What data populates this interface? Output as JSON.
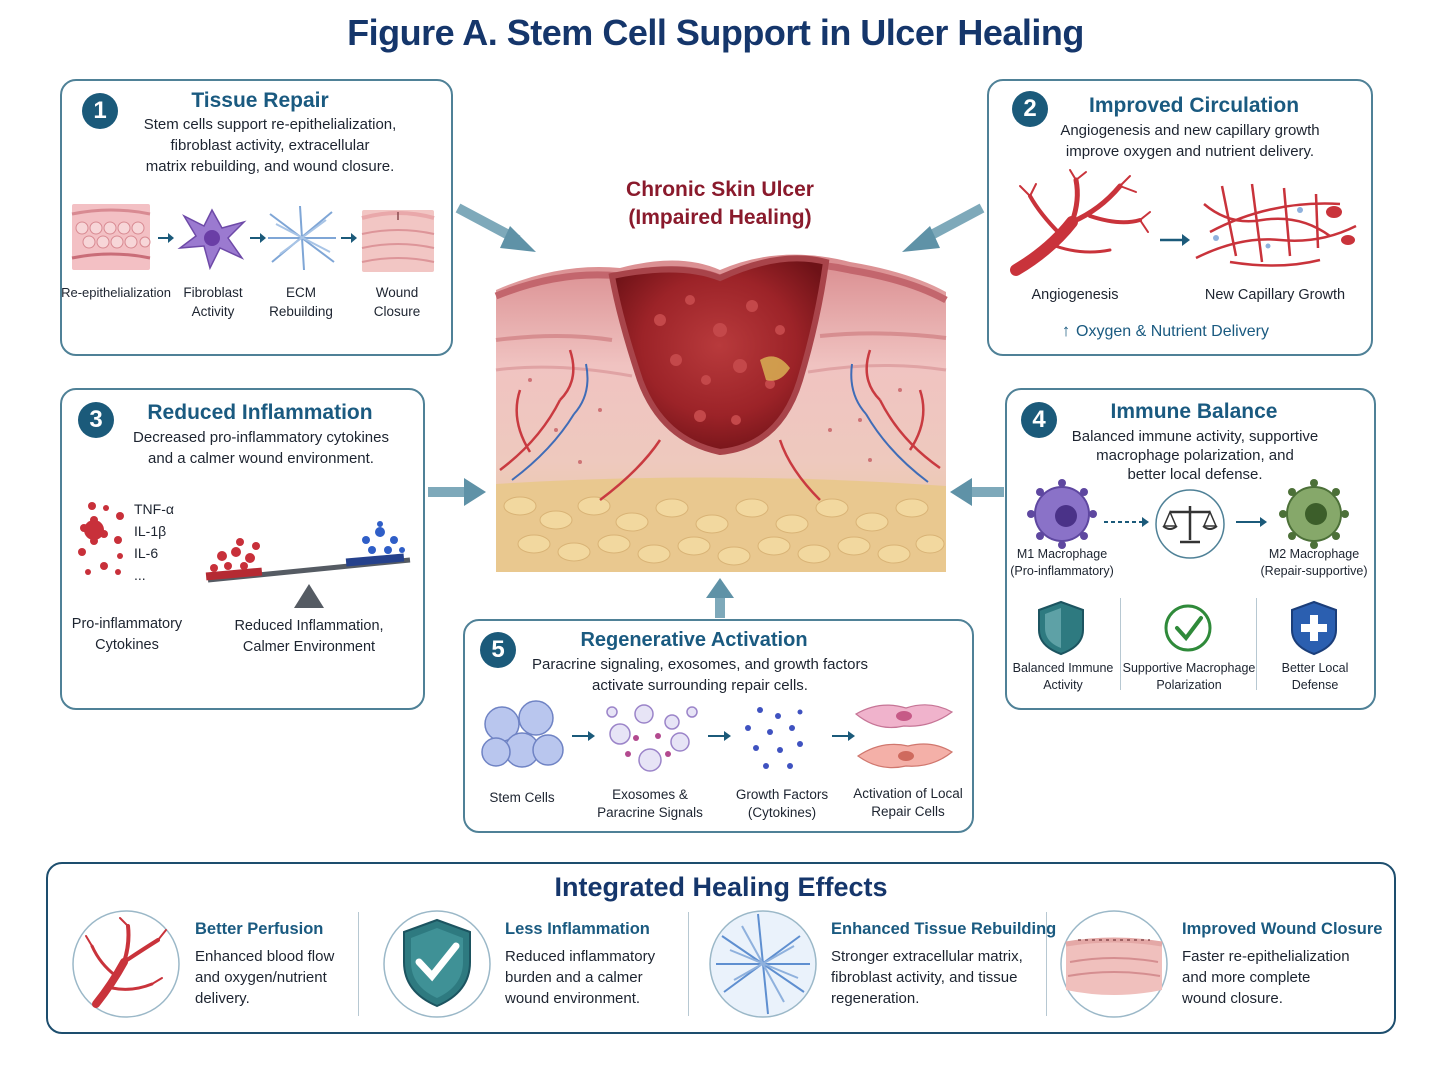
{
  "title": "Figure A. Stem Cell Support in Ulcer Healing",
  "center": {
    "title_line1": "Chronic Skin Ulcer",
    "title_line2": "(Impaired Healing)"
  },
  "panel1": {
    "number": "1",
    "title": "Tissue Repair",
    "desc_line1": "Stem cells support re-epithelialization,",
    "desc_line2": "fibroblast activity, extracellular",
    "desc_line3": "matrix rebuilding, and wound closure.",
    "steps": [
      {
        "line1": "Re-epithelialization",
        "line2": ""
      },
      {
        "line1": "Fibroblast",
        "line2": "Activity"
      },
      {
        "line1": "ECM",
        "line2": "Rebuilding"
      },
      {
        "line1": "Wound",
        "line2": "Closure"
      }
    ]
  },
  "panel2": {
    "number": "2",
    "title": "Improved Circulation",
    "desc_line1": "Angiogenesis and new capillary growth",
    "desc_line2": "improve oxygen and nutrient delivery.",
    "left_label": "Angiogenesis",
    "right_label": "New Capillary Growth",
    "footer_arrow": "↑",
    "footer": "Oxygen & Nutrient Delivery"
  },
  "panel3": {
    "number": "3",
    "title": "Reduced Inflammation",
    "desc_line1": "Decreased pro-inflammatory cytokines",
    "desc_line2": "and a calmer wound environment.",
    "cytokines": [
      "TNF-α",
      "IL-1β",
      "IL-6",
      "..."
    ],
    "left_label_line1": "Pro-inflammatory",
    "left_label_line2": "Cytokines",
    "right_label_line1": "Reduced Inflammation,",
    "right_label_line2": "Calmer Environment"
  },
  "panel4": {
    "number": "4",
    "title": "Immune Balance",
    "desc_line1": "Balanced immune activity, supportive",
    "desc_line2": "macrophage polarization, and",
    "desc_line3": "better local defense.",
    "m1_line1": "M1 Macrophage",
    "m1_line2": "(Pro-inflammatory)",
    "m2_line1": "M2 Macrophage",
    "m2_line2": "(Repair-supportive)",
    "badges": [
      {
        "line1": "Balanced Immune",
        "line2": "Activity"
      },
      {
        "line1": "Supportive Macrophage",
        "line2": "Polarization"
      },
      {
        "line1": "Better Local",
        "line2": "Defense"
      }
    ]
  },
  "panel5": {
    "number": "5",
    "title": "Regenerative Activation",
    "desc_line1": "Paracrine signaling, exosomes, and growth factors",
    "desc_line2": "activate surrounding repair cells.",
    "steps": [
      {
        "line1": "Stem Cells",
        "line2": ""
      },
      {
        "line1": "Exosomes &",
        "line2": "Paracrine Signals"
      },
      {
        "line1": "Growth Factors",
        "line2": "(Cytokines)"
      },
      {
        "line1": "Activation of Local",
        "line2": "Repair Cells"
      }
    ]
  },
  "effects": {
    "title": "Integrated Healing Effects",
    "items": [
      {
        "title": "Better Perfusion",
        "line1": "Enhanced blood flow",
        "line2": "and oxygen/nutrient",
        "line3": "delivery."
      },
      {
        "title": "Less Inflammation",
        "line1": "Reduced inflammatory",
        "line2": "burden and a calmer",
        "line3": "wound environment."
      },
      {
        "title": "Enhanced Tissue Rebuilding",
        "line1": "Stronger extracellular matrix,",
        "line2": "fibroblast activity, and tissue",
        "line3": "regeneration."
      },
      {
        "title": "Improved Wound Closure",
        "line1": "Faster re-epithelialization",
        "line2": "and more complete",
        "line3": "wound closure."
      }
    ]
  },
  "colors": {
    "accent": "#1a5a80",
    "title": "#15366b",
    "ulcer_title": "#8a1a2c",
    "border": "#4f8197",
    "number_badge": "#1b5a7a"
  }
}
